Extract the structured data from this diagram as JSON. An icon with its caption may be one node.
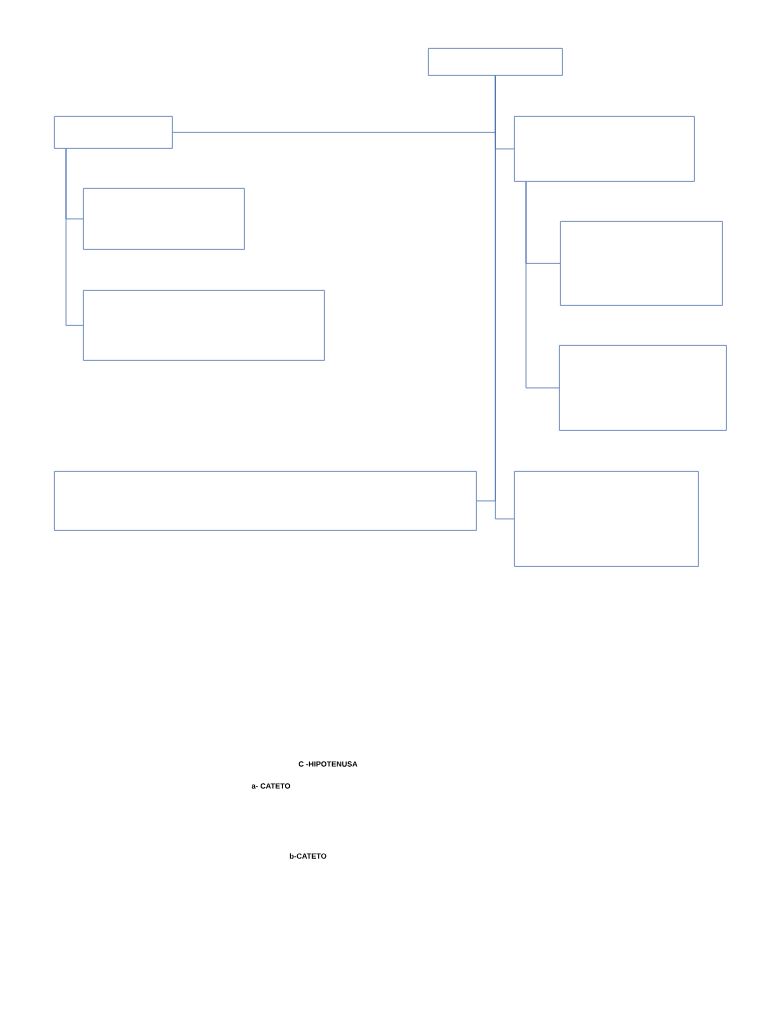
{
  "diagram": {
    "nodes": [
      {
        "text": [],
        "shape": "box"
      },
      {
        "text": [],
        "shape": "box"
      },
      {
        "text": [],
        "shape": "box"
      },
      {
        "text": [],
        "shape": "box"
      },
      {
        "text": [],
        "shape": "box"
      },
      {
        "text": [],
        "shape": "box"
      },
      {
        "text": [],
        "shape": "box"
      },
      {
        "text": [],
        "shape": "box"
      },
      {
        "text": [],
        "shape": "box"
      }
    ],
    "edges": [
      {
        "from": 0,
        "to": 1,
        "arrow": "none"
      },
      {
        "from": 0,
        "to": 2,
        "arrow": "none"
      },
      {
        "from": 0,
        "to": 7,
        "arrow": "none"
      },
      {
        "from": 0,
        "to": 8,
        "arrow": "none"
      },
      {
        "from": 1,
        "to": 3,
        "arrow": "none"
      },
      {
        "from": 1,
        "to": 5,
        "arrow": "none"
      },
      {
        "from": 2,
        "to": 4,
        "arrow": "none"
      },
      {
        "from": 2,
        "to": 6,
        "arrow": "none"
      }
    ],
    "labels": [
      "C -HIPOTENUSA",
      "a- CATETO",
      "b-CATETO"
    ]
  }
}
